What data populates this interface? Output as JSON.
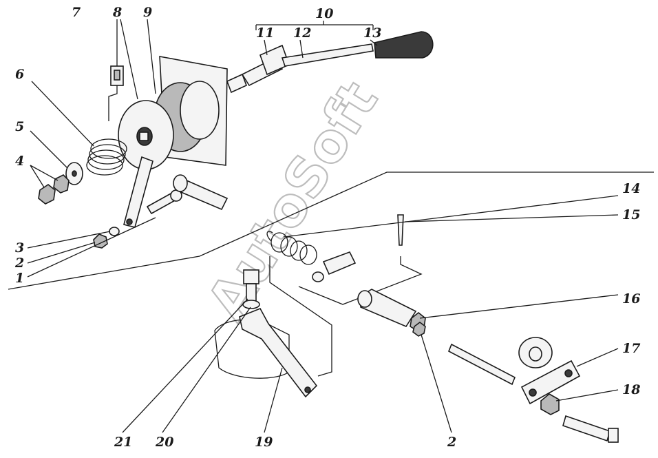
{
  "diagram": {
    "watermark": "AutoSoft",
    "callouts": [
      {
        "id": "c7",
        "text": "7"
      },
      {
        "id": "c8",
        "text": "8"
      },
      {
        "id": "c9",
        "text": "9"
      },
      {
        "id": "c10",
        "text": "10"
      },
      {
        "id": "c11",
        "text": "11"
      },
      {
        "id": "c12",
        "text": "12"
      },
      {
        "id": "c13",
        "text": "13"
      },
      {
        "id": "c6",
        "text": "6"
      },
      {
        "id": "c5",
        "text": "5"
      },
      {
        "id": "c4",
        "text": "4"
      },
      {
        "id": "c3",
        "text": "3"
      },
      {
        "id": "c2a",
        "text": "2"
      },
      {
        "id": "c1",
        "text": "1"
      },
      {
        "id": "c14",
        "text": "14"
      },
      {
        "id": "c15",
        "text": "15"
      },
      {
        "id": "c16",
        "text": "16"
      },
      {
        "id": "c17",
        "text": "17"
      },
      {
        "id": "c18",
        "text": "18"
      },
      {
        "id": "c21",
        "text": "21"
      },
      {
        "id": "c20",
        "text": "20"
      },
      {
        "id": "c19",
        "text": "19"
      },
      {
        "id": "c2b",
        "text": "2"
      }
    ]
  }
}
